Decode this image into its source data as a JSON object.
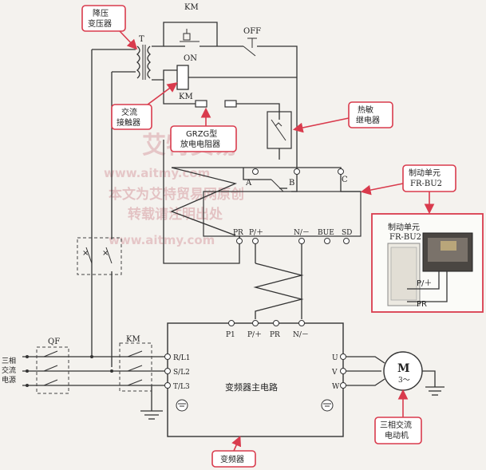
{
  "labels": {
    "transformer_callout": [
      "降压",
      "变压器"
    ],
    "transformer": "T",
    "km_top": "KM",
    "on": "ON",
    "off": "OFF",
    "km_coil": "KM",
    "contactor_callout": [
      "交流",
      "接触器"
    ],
    "resistor_callout": [
      "GRZG型",
      "放电电阻器"
    ],
    "relay_callout": [
      "热敏",
      "继电器"
    ],
    "point_a": "A",
    "point_b": "B",
    "point_c": "C",
    "brake_callout": [
      "制动单元",
      "FR-BU2"
    ],
    "brake_photo_title": [
      "制动单元",
      "FR-BU2"
    ],
    "brake_photo_p": "P/＋",
    "brake_photo_pr": "PR",
    "brake_terms": [
      "PR",
      "P/＋",
      "N/－",
      "BUE",
      "SD"
    ],
    "inv_top_terms": [
      "P1",
      "P/＋",
      "PR",
      "N/－"
    ],
    "inv_left_terms": [
      "R/L1",
      "S/L2",
      "T/L3"
    ],
    "inv_right_terms": [
      "U",
      "V",
      "W"
    ],
    "inverter_main": "变频器主电路",
    "inverter_callout": "变频器",
    "motor_m": "M",
    "motor_phase": "3～",
    "motor_callout": [
      "三相交流",
      "电动机"
    ],
    "qf": "QF",
    "km_main": "KM",
    "source_label": [
      "三相",
      "交流",
      "电源"
    ]
  },
  "watermark": {
    "brand": "艾特贸易",
    "url1": "www.aitmy.com",
    "line1": "本文为艾特贸易网原创",
    "line2": "转载请注明出处",
    "url2": "www.aitmy.com"
  },
  "colors": {
    "callout": "#d93b4d",
    "watermark": "#d9a3a8",
    "wire": "#333333"
  }
}
